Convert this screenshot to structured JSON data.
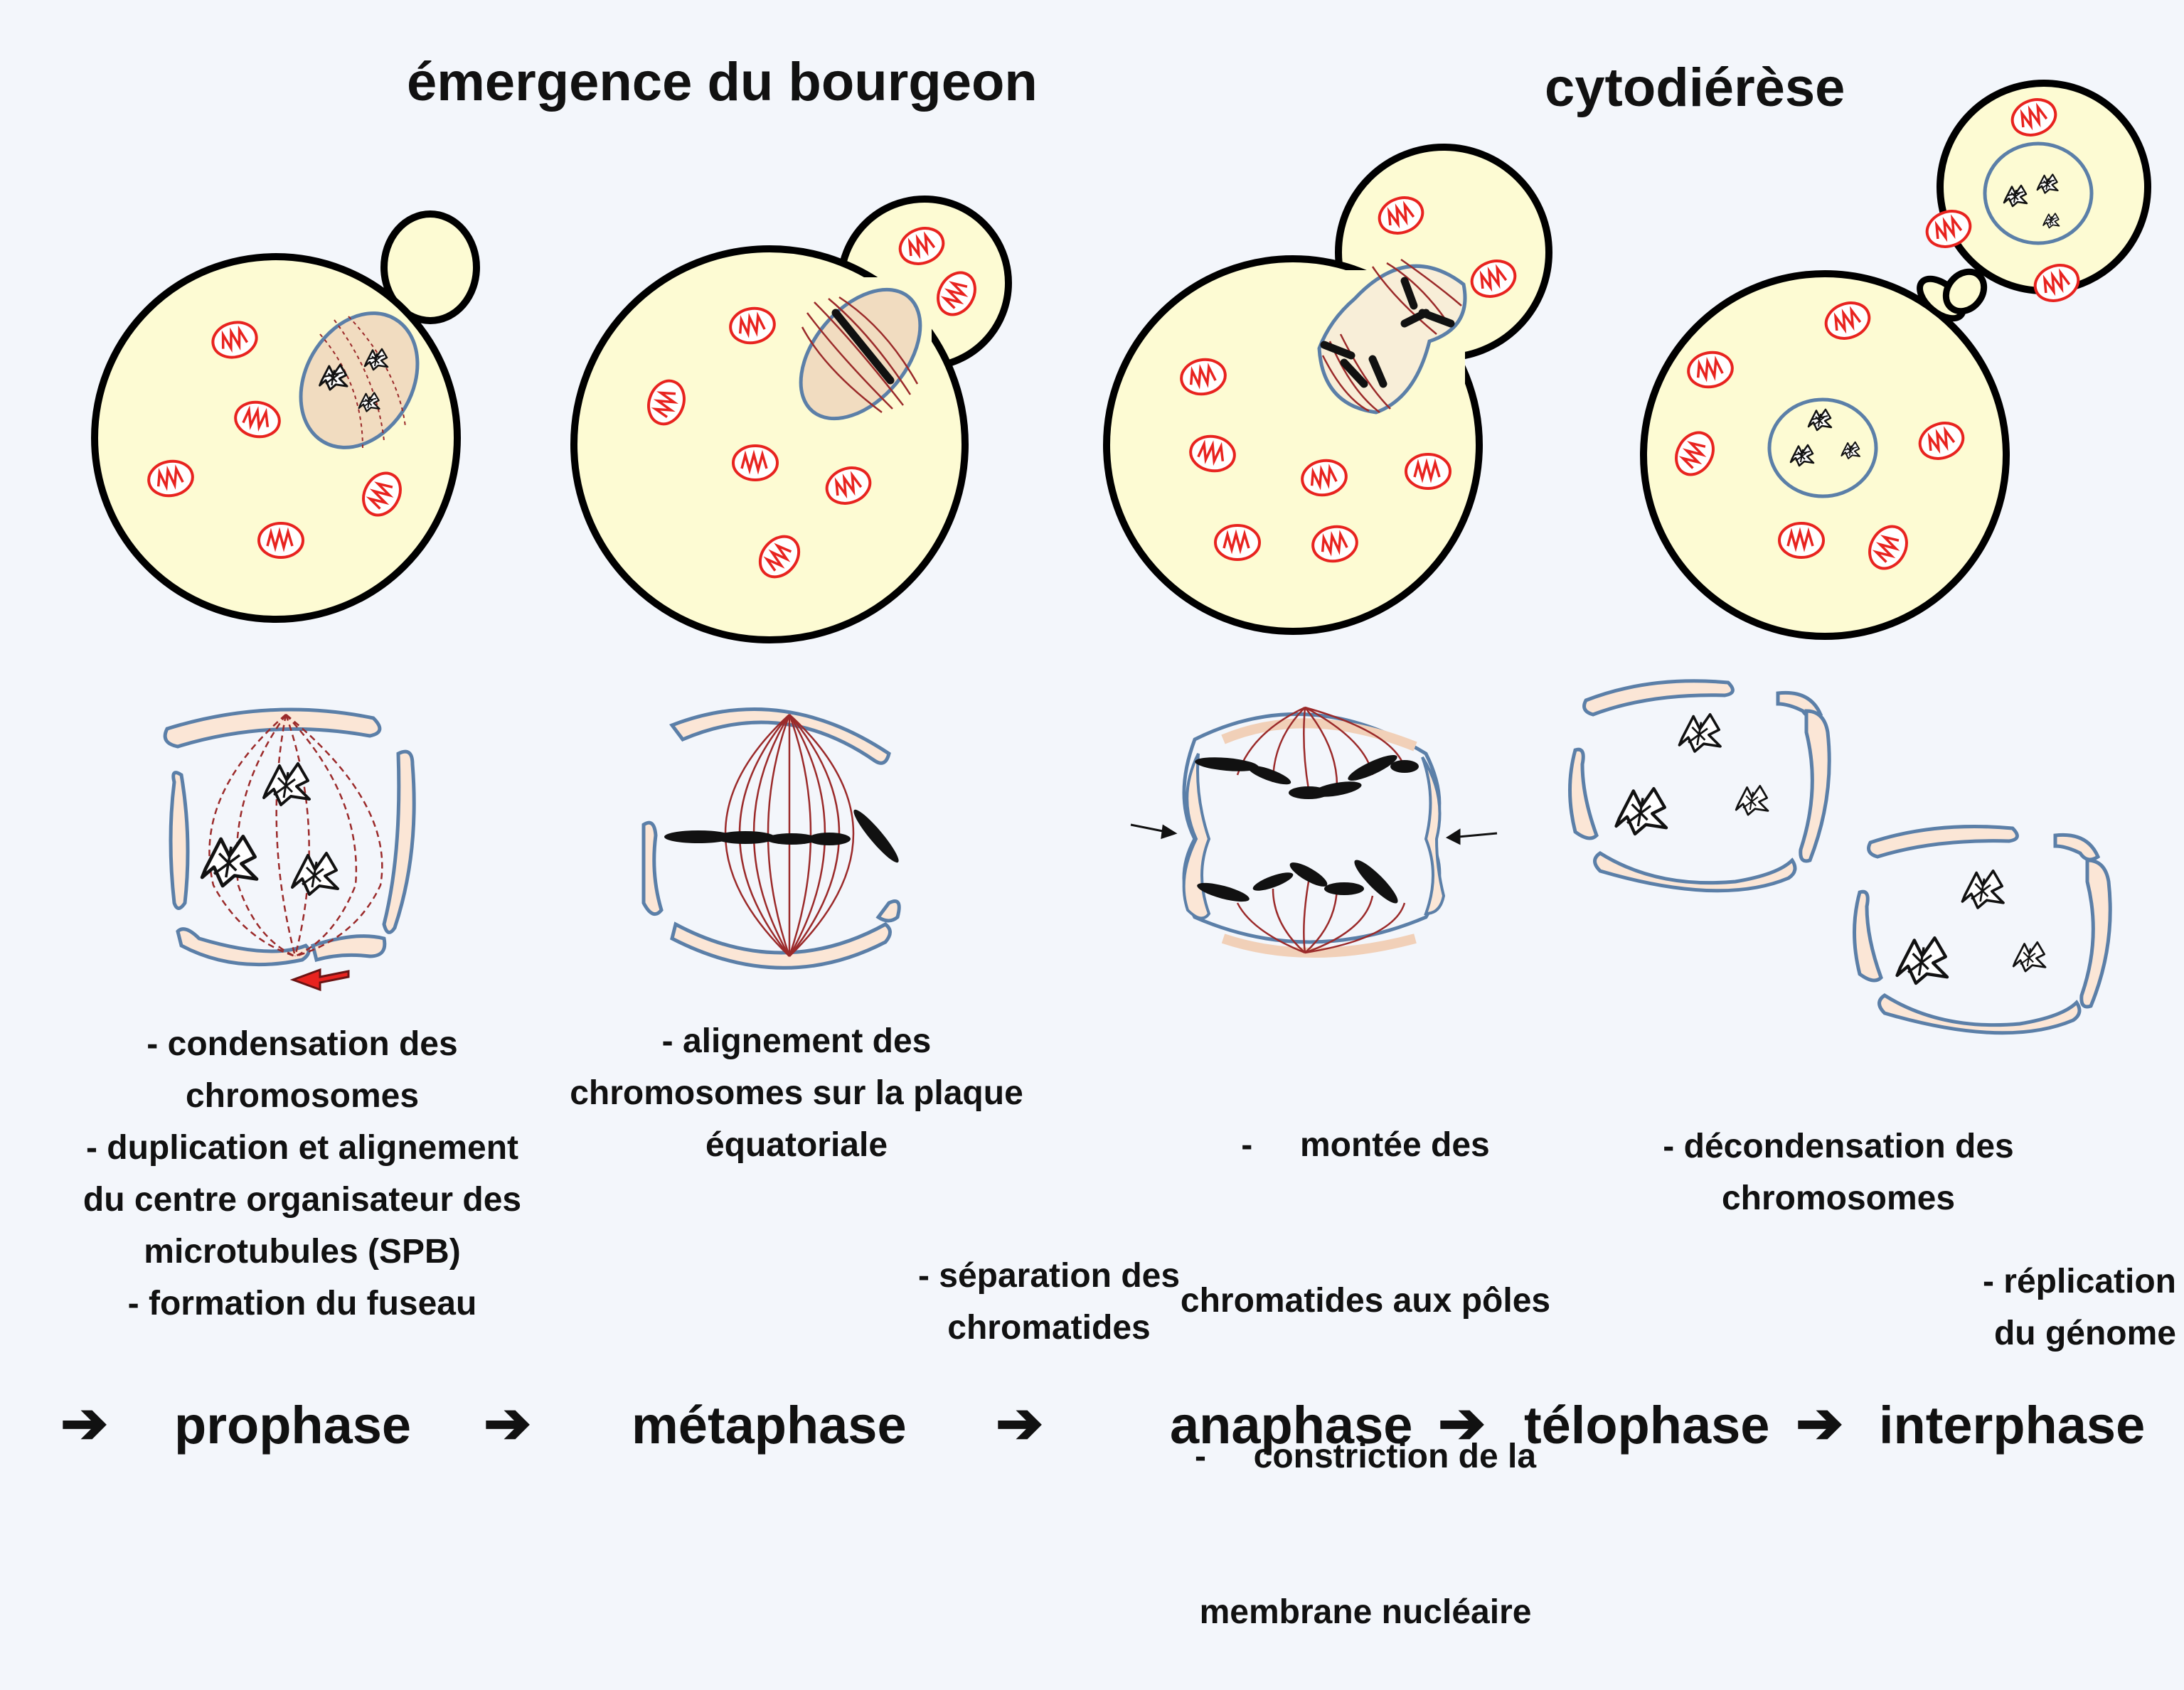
{
  "headings": {
    "budding": "émergence du bourgeon",
    "cytokinesis": "cytodiérèse"
  },
  "descriptions": {
    "prophase": [
      "- condensation des",
      "chromosomes",
      "- duplication et alignement",
      "du centre organisateur des",
      "microtubules (SPB)",
      "- formation du fuseau"
    ],
    "metaphase": [
      "- alignement des",
      "chromosomes sur la plaque",
      "équatoriale"
    ],
    "separation": [
      "- séparation des",
      "chromatides"
    ],
    "anaphase": [
      "-     montée des",
      "chromatides aux pôles",
      "-     constriction de la",
      "membrane nucléaire"
    ],
    "telophase": [
      "- décondensation des",
      "chromosomes"
    ],
    "interphase": [
      "- réplication",
      "du génome"
    ]
  },
  "phases": [
    "prophase",
    "métaphase",
    "anaphase",
    "télophase",
    "interphase"
  ],
  "colors": {
    "cytoplasm": "#fdfbd3",
    "cell_outline": "#000000",
    "mitochondria": "#e8231f",
    "nuclear_envelope": "#5b7fa8",
    "envelope_fill": "#fbe6d6",
    "spindle": "#9b2a2a",
    "chromosome": "#111111",
    "background": "#f3f6fb"
  },
  "icons": [
    "mitochondrion-icon",
    "chromosome-icon",
    "arrow-right-icon"
  ]
}
